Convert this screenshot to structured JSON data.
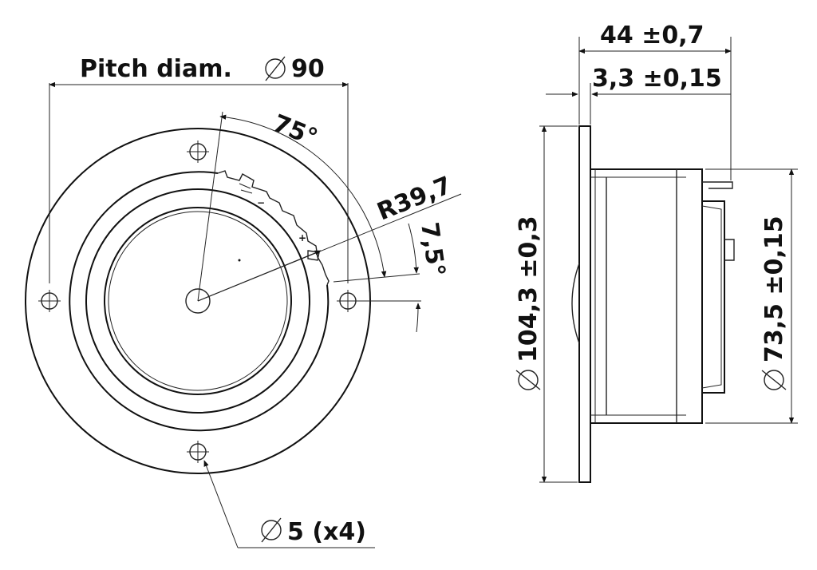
{
  "labels": {
    "pitch_diam": "Pitch diam.",
    "pitch_value": "90",
    "angle_75": "75°",
    "radius": "R39,7",
    "angle_7_5": "7,5°",
    "hole": "5 (x4)",
    "depth_total": "44 ±0,7",
    "flange_thickness": "3,3 ±0,15",
    "outer_diameter": "104,3 ±0,3",
    "body_diameter": "73,5 ±0,15"
  },
  "icons": {
    "diameter_symbol": "diameter-icon"
  }
}
